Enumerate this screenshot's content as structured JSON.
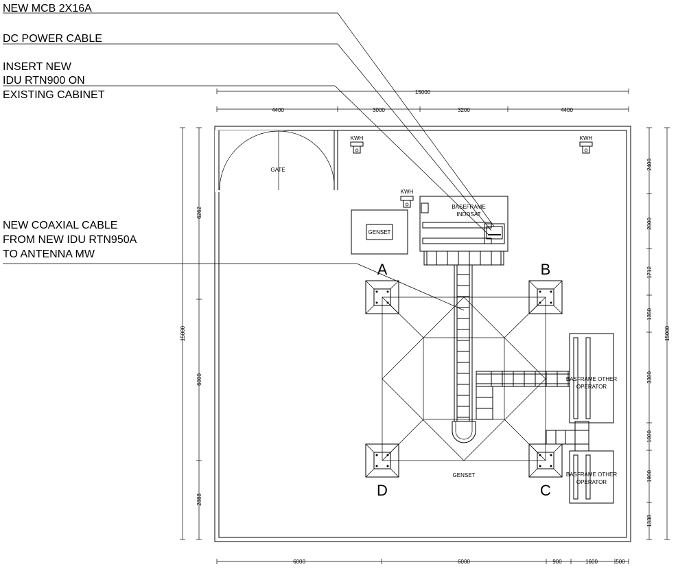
{
  "callouts": {
    "mcb": "NEW MCB 2X16A",
    "dc_cable": "DC POWER CABLE",
    "idu_line1": "INSERT NEW",
    "idu_line2": "IDU RTN900 ON",
    "idu_line3": "EXISTING CABINET",
    "coax_line1": "NEW COAXIAL CABLE",
    "coax_line2": "FROM NEW IDU RTN950A",
    "coax_line3": "TO ANTENNA MW"
  },
  "dimensions": {
    "top_total": "15000",
    "top_segments": [
      "4400",
      "3000",
      "3200",
      "4400"
    ],
    "bottom_segments": [
      "6000",
      "6000",
      "900",
      "1600",
      "500"
    ],
    "left_total": "15000",
    "left_segments": [
      "6262",
      "6000",
      "2888"
    ],
    "right_total": "15000",
    "right_segments": [
      "2400",
      "2000",
      "1712",
      "1350",
      "3300",
      "1000",
      "1900",
      "1338"
    ]
  },
  "labels": {
    "gate": "GATE",
    "kwh": "KWH",
    "genset_box": "GENSET",
    "genset_bottom": "GENSET",
    "baseframe_indosat_1": "BASEFRAME",
    "baseframe_indosat_2": "INDOSAT",
    "baseframe_other_1": "BASFRAME OTHER",
    "baseframe_other_2": "OPERATOR"
  },
  "tower_legs": [
    "A",
    "B",
    "C",
    "D"
  ]
}
